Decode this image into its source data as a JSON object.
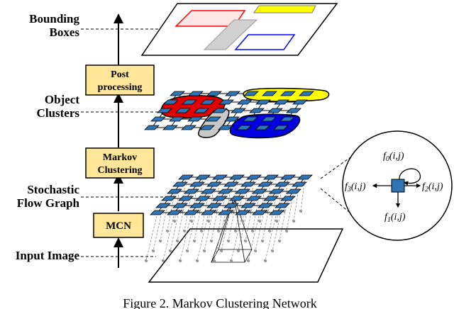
{
  "labels": {
    "bounding_boxes_1": "Bounding",
    "bounding_boxes_2": "Boxes",
    "object_clusters_1": "Object",
    "object_clusters_2": "Clusters",
    "stochastic_1": "Stochastic",
    "stochastic_2": "Flow Graph",
    "input_image": "Input Image"
  },
  "boxes": {
    "post_1": "Post",
    "post_2": "processing",
    "markov_1": "Markov",
    "markov_2": "Clustering",
    "mcn": "MCN"
  },
  "zoom": {
    "f0": "f",
    "f0_sub": "0",
    "f0_args": "(i,j)",
    "f1": "f",
    "f1_sub": "1",
    "f1_args": "(i,j)",
    "f2": "f",
    "f2_sub": "2",
    "f2_args": "(i,j)",
    "f3": "f",
    "f3_sub": "3",
    "f3_args": "(i,j)"
  },
  "caption": "Figure 2. Markov Clustering Network",
  "colors": {
    "box_fill": "#ffe699",
    "node_fill": "#2e75b6",
    "cluster_red": "#e00000",
    "cluster_yellow": "#ffff00",
    "cluster_blue": "#0000e0",
    "cluster_gray": "#c8c8c8",
    "bbox_red": "#ff0000",
    "bbox_yellow": "#ffff00",
    "bbox_blue": "#0000ff",
    "bbox_gray": "#d0d0d0"
  }
}
